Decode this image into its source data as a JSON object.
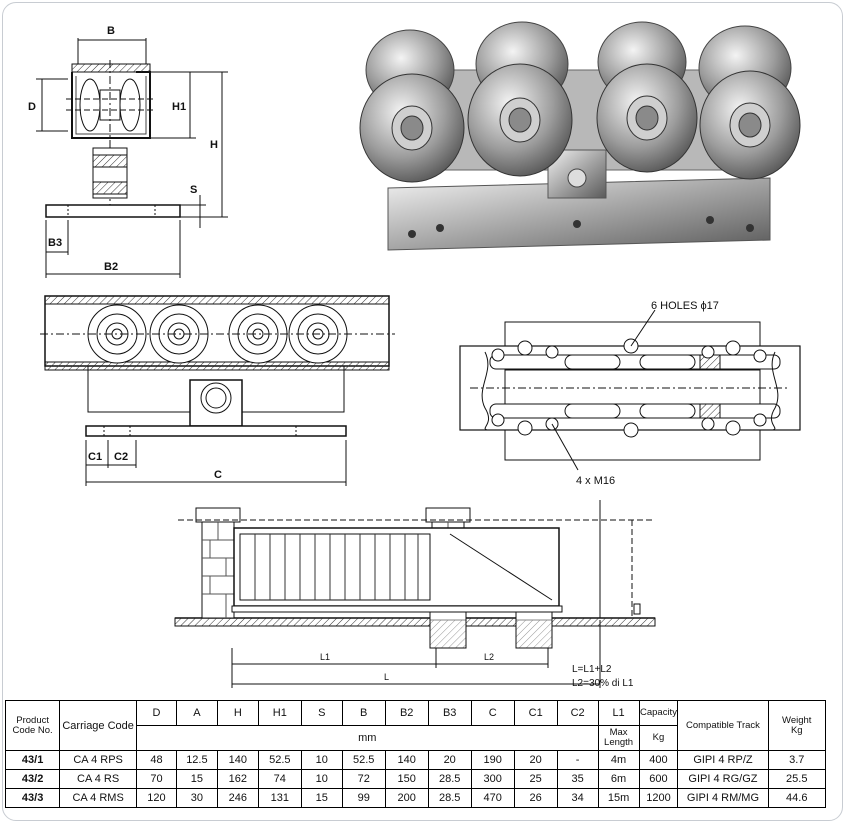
{
  "labels": {
    "dim_B": "B",
    "dim_D": "D",
    "dim_H1": "H1",
    "dim_H": "H",
    "dim_S": "S",
    "dim_B3": "B3",
    "dim_B2": "B2",
    "dim_C1": "C1",
    "dim_C2": "C2",
    "dim_C": "C",
    "holes": "6 HOLES ϕ17",
    "m16": "4 x M16",
    "L1": "L1",
    "L2": "L2",
    "L": "L",
    "formula1": "L=L1+L2",
    "formula2": "L2=30% di L1"
  },
  "table": {
    "header": {
      "product": [
        "Product",
        "Code No."
      ],
      "carriage": "Carriage Code",
      "dims": [
        "D",
        "A",
        "H",
        "H1",
        "S",
        "B",
        "B2",
        "B3",
        "C",
        "C1",
        "C2"
      ],
      "L1": "L1",
      "capacity": "Capacity",
      "track": "Compatible Track",
      "weight": [
        "Weight",
        "Kg"
      ],
      "mm": "mm",
      "max": [
        "Max",
        "Length"
      ],
      "kg": "Kg"
    },
    "rows": [
      {
        "code": "43/1",
        "carriage": "CA 4 RPS",
        "vals": [
          "48",
          "12.5",
          "140",
          "52.5",
          "10",
          "52.5",
          "140",
          "20",
          "190",
          "20",
          "-"
        ],
        "L1": "4m",
        "capacity": "400",
        "track": "GIPI 4 RP/Z",
        "weight": "3.7"
      },
      {
        "code": "43/2",
        "carriage": "CA 4 RS",
        "vals": [
          "70",
          "15",
          "162",
          "74",
          "10",
          "72",
          "150",
          "28.5",
          "300",
          "25",
          "35"
        ],
        "L1": "6m",
        "capacity": "600",
        "track": "GIPI 4 RG/GZ",
        "weight": "25.5"
      },
      {
        "code": "43/3",
        "carriage": "CA 4 RMS",
        "vals": [
          "120",
          "30",
          "246",
          "131",
          "15",
          "99",
          "200",
          "28.5",
          "470",
          "26",
          "34"
        ],
        "L1": "15m",
        "capacity": "1200",
        "track": "GIPI 4 RM/MG",
        "weight": "44.6"
      }
    ]
  }
}
